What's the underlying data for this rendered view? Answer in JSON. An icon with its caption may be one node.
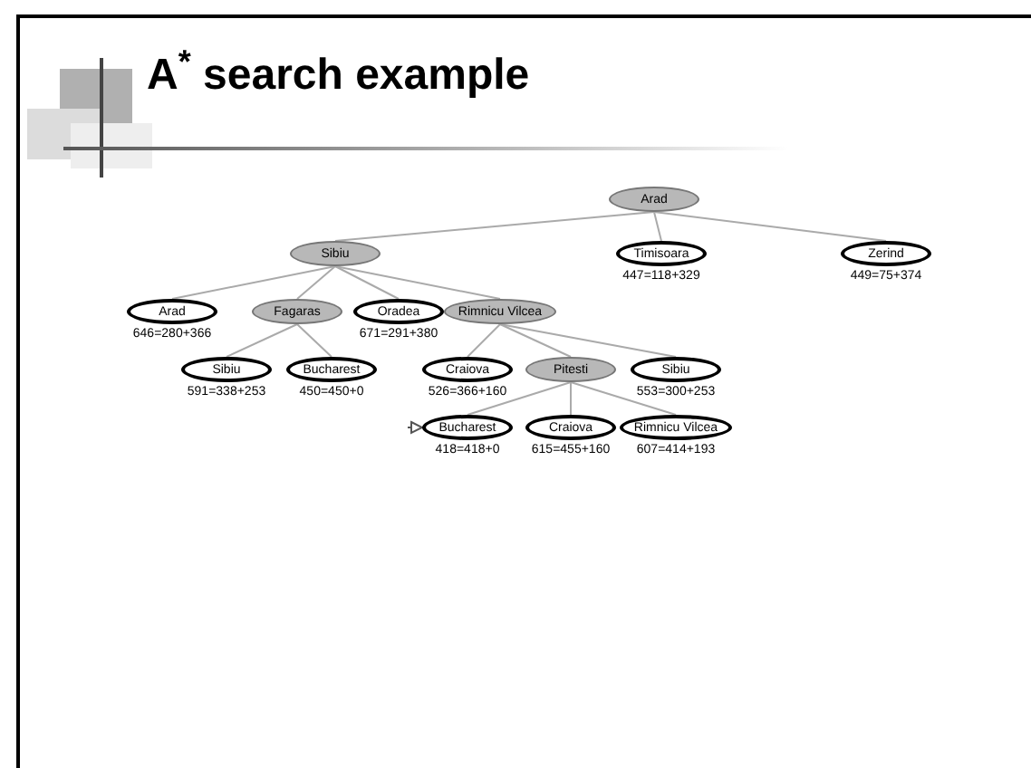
{
  "diagram": {
    "title": "A$^{*}$ search example",
    "nodes": [
      {
        "text": [
          "Arad"
        ]
      },
      {
        "text": [
          "Sibiu"
        ]
      },
      {
        "text": [
          "Timisoara"
        ],
        "beside": [
          "447=118+329"
        ]
      },
      {
        "text": [
          "Zerind"
        ],
        "beside": [
          "449=75+374"
        ]
      },
      {
        "text": [
          "Arad"
        ],
        "beside": [
          "646=280+366"
        ]
      },
      {
        "text": [
          "Fagaras"
        ]
      },
      {
        "text": [
          "Oradea"
        ],
        "beside": [
          "671=291+380"
        ]
      },
      {
        "text": [
          "Rimnicu Vilcea"
        ]
      },
      {
        "text": [
          "Sibiu"
        ],
        "beside": [
          "591=338+253"
        ]
      },
      {
        "text": [
          "Bucharest"
        ],
        "beside": [
          "450=450+0"
        ]
      },
      {
        "text": [
          "Craiova"
        ],
        "beside": [
          "526=366+160"
        ]
      },
      {
        "text": [
          "Pitesti"
        ]
      },
      {
        "text": [
          "Sibiu"
        ],
        "beside": [
          "553=300+253"
        ]
      },
      {
        "text": [
          "Bucharest"
        ],
        "beside": [
          "418=418+0"
        ]
      },
      {
        "text": [
          "Craiova"
        ],
        "beside": [
          "615=455+160"
        ]
      },
      {
        "text": [
          "Rimnicu Vilcea"
        ],
        "beside": [
          "607=414+193"
        ]
      }
    ],
    "edges": [
      {
        "from": 0,
        "to": 1,
        "arrow": "none"
      },
      {
        "from": 0,
        "to": 2,
        "arrow": "none"
      },
      {
        "from": 0,
        "to": 3,
        "arrow": "none"
      },
      {
        "from": 1,
        "to": 4,
        "arrow": "none"
      },
      {
        "from": 1,
        "to": 5,
        "arrow": "none"
      },
      {
        "from": 1,
        "to": 6,
        "arrow": "none"
      },
      {
        "from": 1,
        "to": 7,
        "arrow": "none"
      },
      {
        "from": 5,
        "to": 8,
        "arrow": "none"
      },
      {
        "from": 5,
        "to": 9,
        "arrow": "none"
      },
      {
        "from": 7,
        "to": 10,
        "arrow": "none"
      },
      {
        "from": 7,
        "to": 11,
        "arrow": "none"
      },
      {
        "from": 7,
        "to": 12,
        "arrow": "none"
      },
      {
        "from": 11,
        "to": 13,
        "arrow": "none"
      },
      {
        "from": 11,
        "to": 14,
        "arrow": "none"
      },
      {
        "from": 11,
        "to": 15,
        "arrow": "none"
      },
      {
        "from": null,
        "to": 13,
        "arrow": "to"
      }
    ]
  }
}
